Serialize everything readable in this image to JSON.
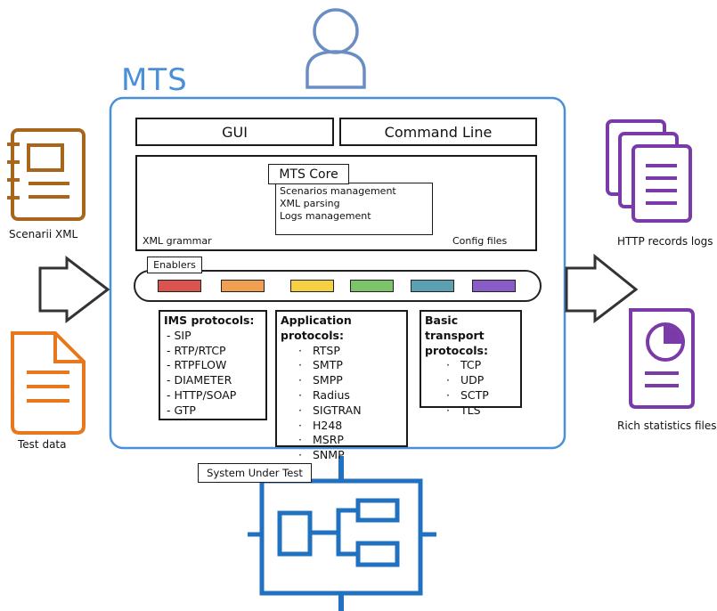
{
  "mts": {
    "title": "MTS"
  },
  "top": {
    "gui": "GUI",
    "command_line": "Command Line"
  },
  "core": {
    "xml_grammar": "XML grammar",
    "title": "MTS Core",
    "items": [
      "Scenarios management",
      "XML parsing",
      "Logs management"
    ],
    "config_files": "Config files"
  },
  "enablers": {
    "label": "Enablers",
    "colors": [
      "#d9544f",
      "#f0a050",
      "#f5d042",
      "#7cc46a",
      "#5b9fb0",
      "#8a5cc8"
    ]
  },
  "ims": {
    "title": "IMS protocols:",
    "items": [
      "- SIP",
      "- RTP/RTCP",
      "- RTPFLOW",
      "- DIAMETER",
      "- HTTP/SOAP",
      "- GTP"
    ]
  },
  "app": {
    "title": "Application protocols:",
    "items": [
      "RTSP",
      "SMTP",
      "SMPP",
      "Radius",
      "SIGTRAN",
      "H248",
      "MSRP",
      "SNMP"
    ]
  },
  "transport": {
    "title_line1": "Basic transport",
    "title_line2": "protocols:",
    "items": [
      "TCP",
      "UDP",
      "SCTP",
      "TLS"
    ]
  },
  "left": {
    "scenarii_xml": "Scenarii XML",
    "test_data": "Test data"
  },
  "right": {
    "http_logs": "HTTP records logs",
    "rich_stats": "Rich statistics files"
  },
  "sut": {
    "label": "System Under Test"
  },
  "colors": {
    "brown": "#a8651c",
    "orange": "#e8781e",
    "purple": "#7a3aa8",
    "blue": "#2072c0",
    "teal": "#1e8a85",
    "user": "#6a8ec4"
  }
}
